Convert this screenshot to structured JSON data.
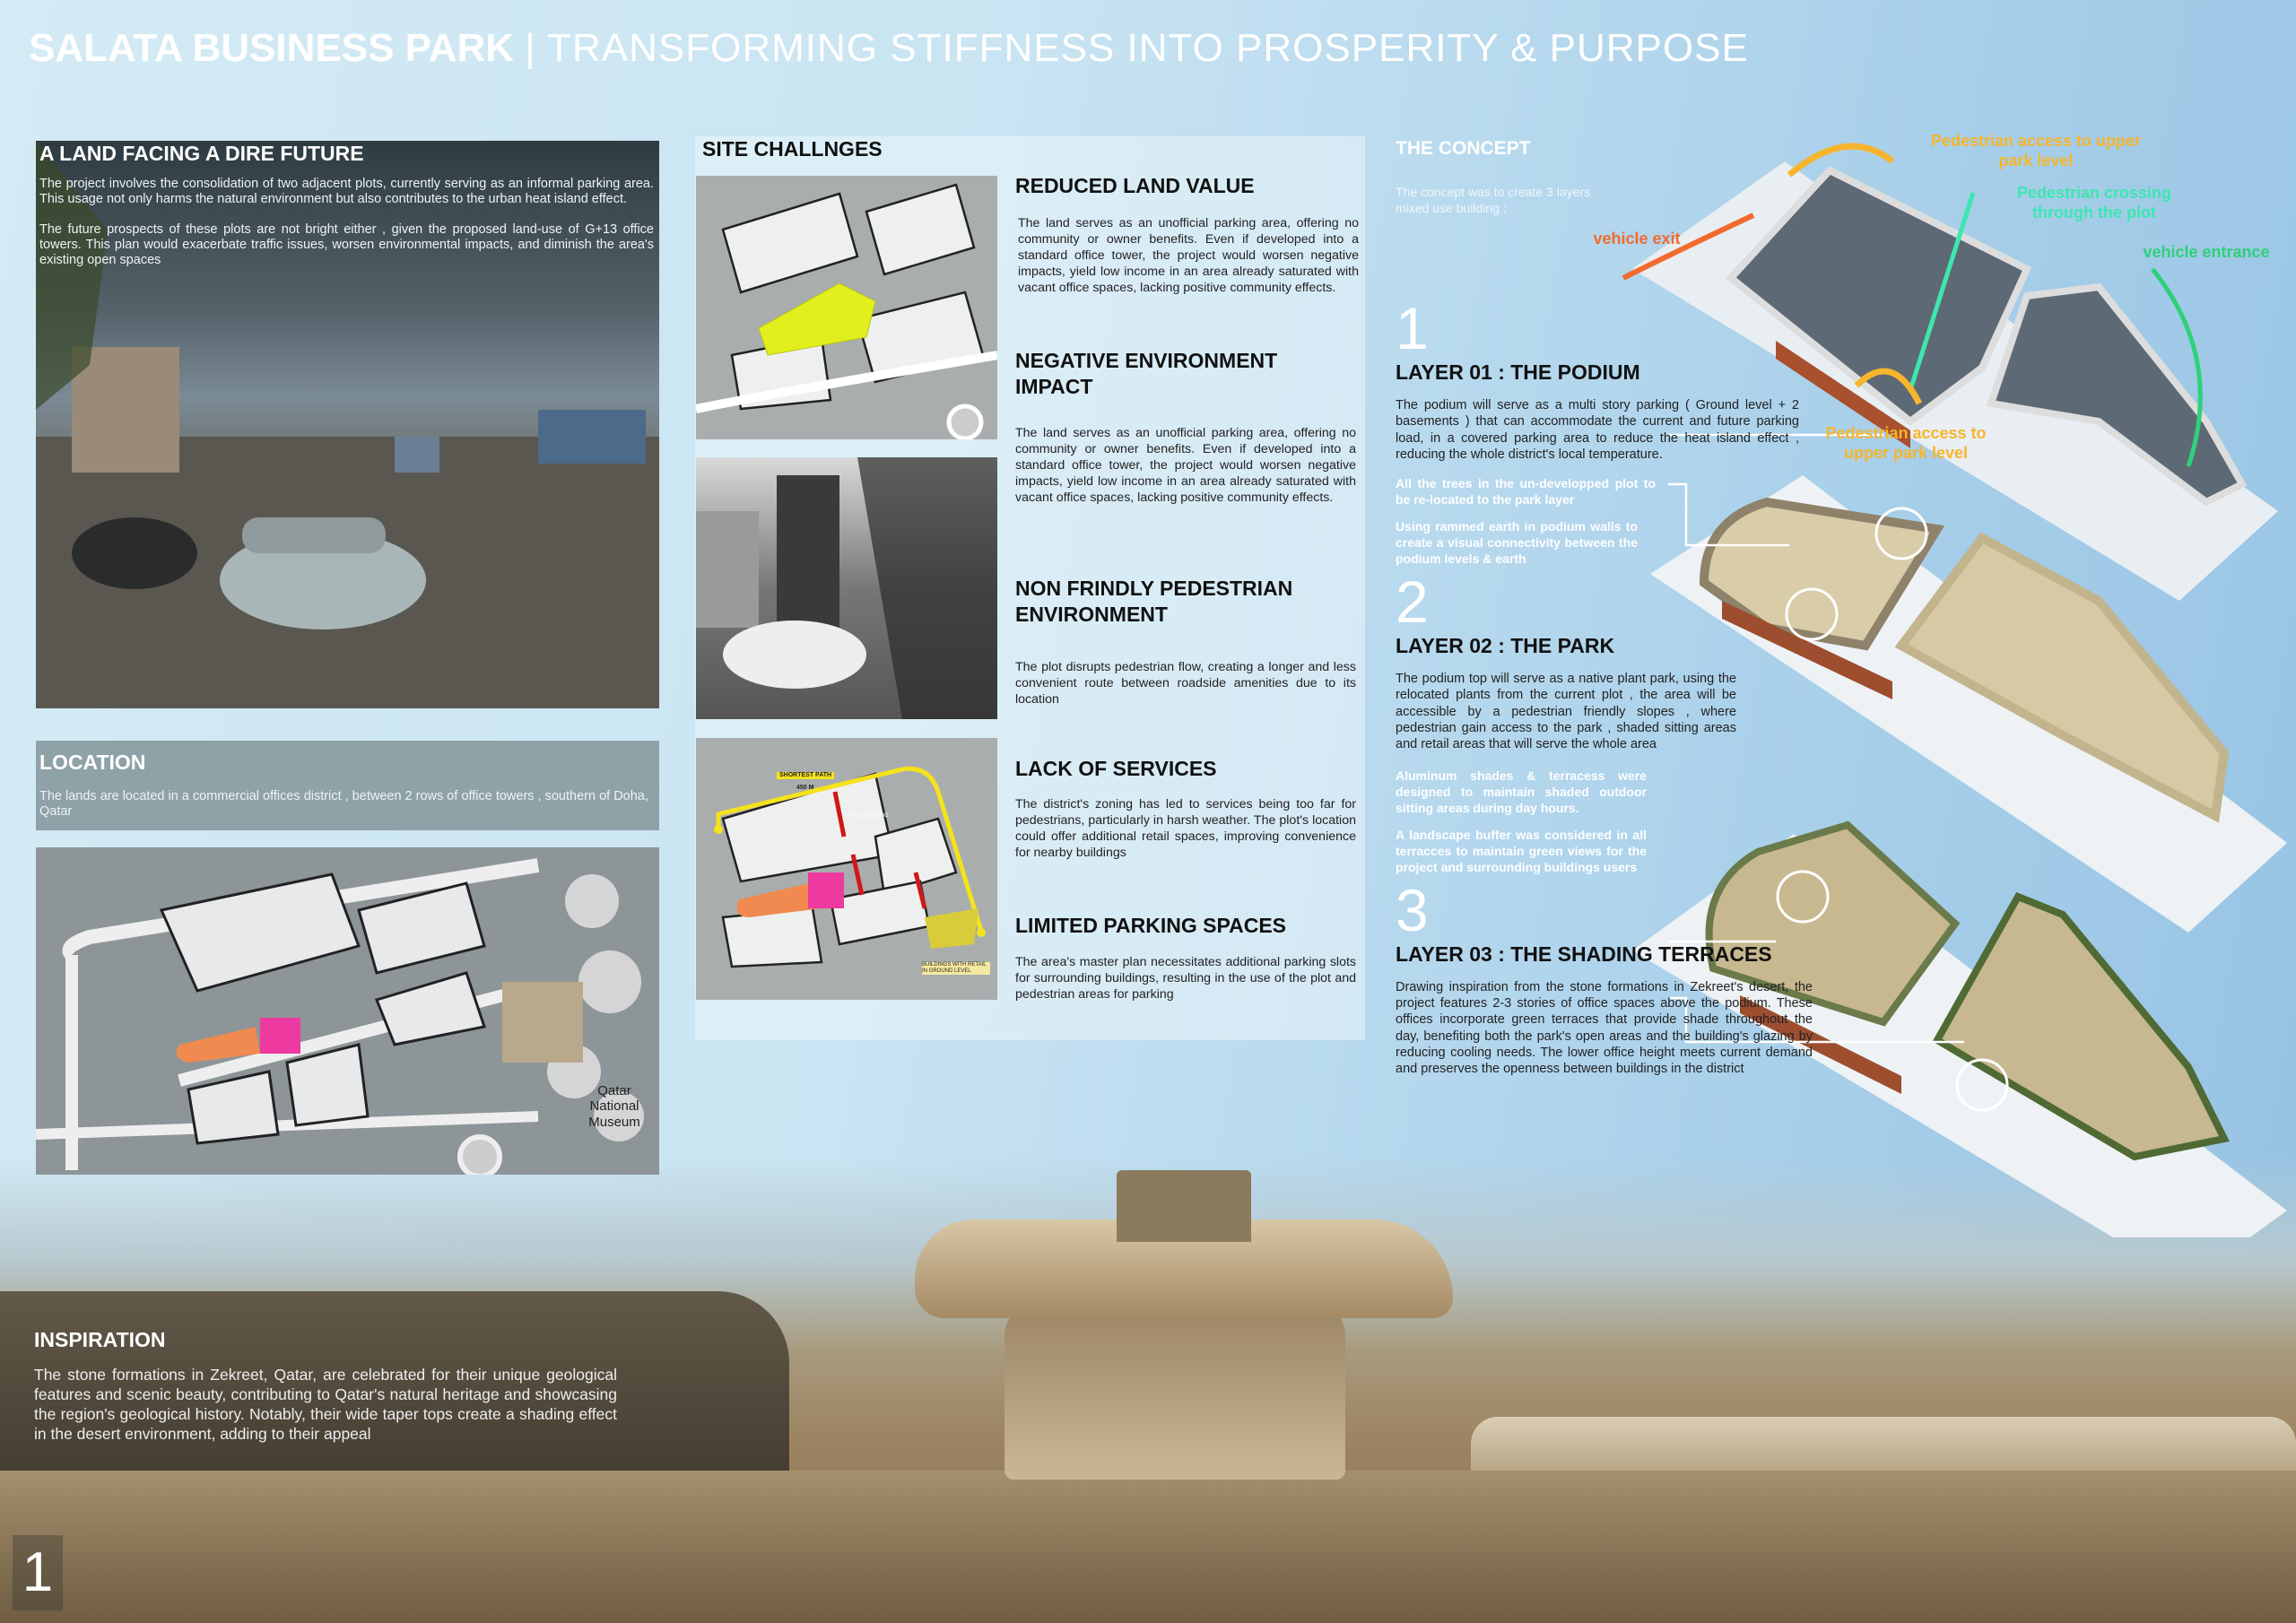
{
  "header": {
    "title_bold": "SALATA BUSINESS PARK",
    "title_rest": "| TRANSFORMING STIFFNESS INTO PROSPERITY & PURPOSE"
  },
  "dire_future": {
    "heading": "A LAND FACING A DIRE FUTURE",
    "p1": "The project involves the consolidation of two adjacent plots, currently serving as an informal parking area. This usage not only harms the natural environment but also contributes to the urban heat island effect.",
    "p2": "The future prospects of these plots are not bright either , given the proposed land-use of G+13 office towers. This plan would exacerbate traffic issues, worsen environmental impacts, and diminish the area's existing open spaces"
  },
  "location": {
    "heading": "LOCATION",
    "text": "The lands are located in a commercial offices district , between 2 rows of office towers , southern of Doha, Qatar",
    "map_label": "Qatar National Museum"
  },
  "site_challenges": {
    "heading": "SITE CHALLNGES",
    "map_labels": {
      "path": "SHORTEST PATH",
      "distance": "450 M",
      "no_crossing": "NO CROSSING",
      "retail": "BUILDINGS WITH RETAIL IN GROUND LEVEL"
    },
    "items": [
      {
        "title": "REDUCED LAND VALUE",
        "text": "The land serves as an unofficial parking area, offering no community or owner benefits. Even if developed into a standard office tower, the project would worsen negative impacts, yield low income in an area already saturated with vacant office spaces, lacking positive community effects."
      },
      {
        "title": "NEGATIVE ENVIRONMENT IMPACT",
        "text": "The land serves as an unofficial parking area, offering no community or owner benefits. Even if developed into a standard office tower, the project would worsen negative impacts, yield low income in an area already saturated with vacant office spaces, lacking positive community effects."
      },
      {
        "title": "NON FRINDLY PEDESTRIAN ENVIRONMENT",
        "text": "The plot disrupts pedestrian flow, creating a longer and less convenient route between roadside amenities due to its location"
      },
      {
        "title": "LACK OF SERVICES",
        "text": "The district's zoning has led to services being too far for pedestrians, particularly in harsh weather. The plot's location could offer additional retail spaces, improving convenience for nearby buildings"
      },
      {
        "title": "LIMITED PARKING SPACES",
        "text": "The area's master plan necessitates additional parking slots for surrounding buildings, resulting in the use of the plot and pedestrian areas for parking"
      }
    ]
  },
  "concept": {
    "heading": "THE CONCEPT",
    "intro": "The concept  was to create 3 layers mixed use building ;",
    "arrows": {
      "vehicle_exit": "vehicle exit",
      "vehicle_entrance": "vehicle entrance",
      "ped_access_top": "Pedestrian access to upper park level",
      "ped_crossing": "Pedestrian crossing through the plot",
      "ped_access_bottom": "Pedestrian access to upper park level"
    },
    "colors": {
      "vehicle_exit": "#f26a2e",
      "vehicle_entrance": "#2fd07a",
      "ped_access": "#f6b52c",
      "ped_crossing": "#3ee6b0"
    },
    "layers": [
      {
        "number": "1",
        "title": "LAYER 01 : THE PODIUM",
        "text": "The podium will serve as a multi story parking ( Ground level + 2 basements ) that can accommodate the current and future parking load, in a covered parking area to reduce the heat island effect , reducing the whole district's  local temperature.",
        "callouts": []
      },
      {
        "number": "2",
        "title": "LAYER 02 : THE PARK",
        "text": "The podium top will serve as a native plant park, using the relocated plants from the current plot , the area will be accessible by a pedestrian friendly slopes , where pedestrian gain access to the park , shaded sitting areas and retail areas that will serve the whole area",
        "callouts": [
          "All the trees in the   un-developped plot to be re-located to the park layer",
          "Using rammed earth in podium walls to create a visual connectivity between the podium levels & earth"
        ]
      },
      {
        "number": "3",
        "title": "LAYER 03 : THE SHADING TERRACES",
        "text": "Drawing inspiration from the stone formations in Zekreet's desert, the project features 2-3 stories of office spaces above the podium. These offices incorporate green terraces that provide shade throughout the day, benefiting both the park's open areas and the building's glazing by reducing cooling needs. The lower office height meets current demand and preserves the openness between buildings in the district",
        "callouts": [
          "Aluminum shades & terracess were designed to maintain shaded outdoor sitting areas during day hours.",
          "A landscape buffer was considered in all terracces to maintain green views for the project and surrounding buildings users"
        ]
      }
    ]
  },
  "inspiration": {
    "heading": "INSPIRATION",
    "text": "The stone formations in Zekreet, Qatar, are celebrated for their unique geological features and scenic beauty, contributing to Qatar's natural heritage and showcasing the region's geological history. Notably, their wide taper tops create a shading effect in the desert environment, adding to their appeal"
  },
  "page_number": "1"
}
